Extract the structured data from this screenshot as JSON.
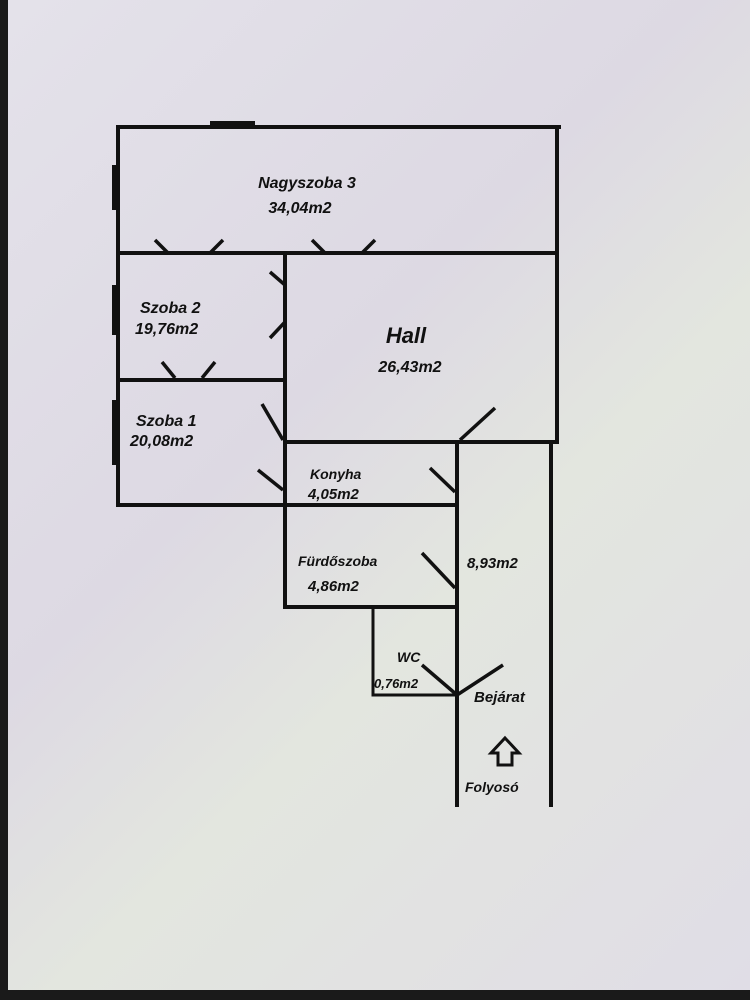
{
  "rooms": {
    "nagyszoba3": {
      "name": "Nagyszoba 3",
      "area": "34,04m2"
    },
    "szoba2": {
      "name": "Szoba 2",
      "area": "19,76m2"
    },
    "hall": {
      "name": "Hall",
      "area": "26,43m2"
    },
    "szoba1": {
      "name": "Szoba 1",
      "area": "20,08m2"
    },
    "konyha": {
      "name": "Konyha",
      "area": "4,05m2"
    },
    "furdoszoba": {
      "name": "Fürdőszoba",
      "area": "4,86m2"
    },
    "corridor": {
      "area": "8,93m2"
    },
    "wc": {
      "name": "WC",
      "area": "0,76m2"
    }
  },
  "entrance": {
    "label": "Bejárat"
  },
  "hallway": {
    "label": "Folyosó"
  },
  "icons": {
    "entrance_arrow": "arrow-up-outline-icon"
  }
}
